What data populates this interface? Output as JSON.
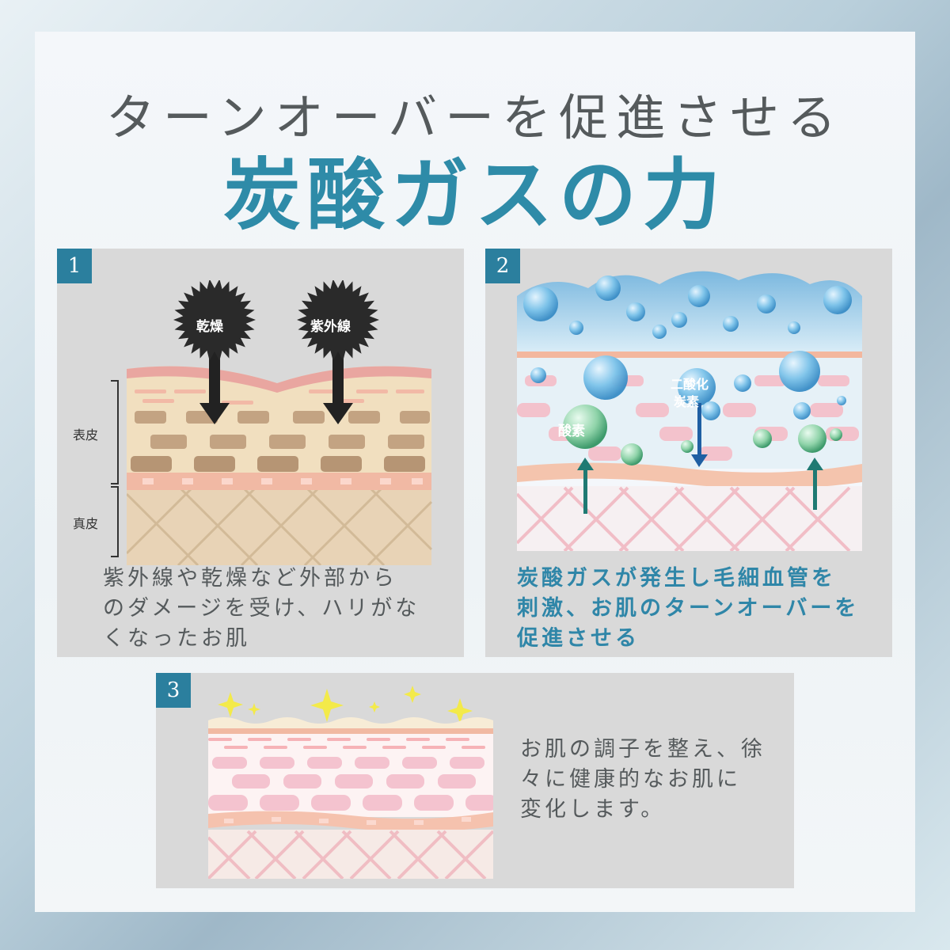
{
  "header": {
    "title_line1": "ターンオーバーを促進させる",
    "title_line2": "炭酸ガスの力"
  },
  "panels": [
    {
      "number": "1",
      "badges": [
        "乾燥",
        "紫外線"
      ],
      "layer_labels": [
        "表皮",
        "真皮"
      ],
      "text_lines": [
        "紫外線や乾燥など外部から",
        "のダメージを受け、ハリがな",
        "くなったお肌"
      ]
    },
    {
      "number": "2",
      "labels": [
        "二酸化",
        "炭素",
        "酸素"
      ],
      "text_lines": [
        "炭酸ガスが発生し毛細血管を",
        "刺激、お肌のターンオーバーを",
        "促進させる"
      ]
    },
    {
      "number": "3",
      "text_lines": [
        "お肌の調子を整え、徐",
        "々に健康的なお肌に",
        "変化します。"
      ]
    }
  ],
  "colors": {
    "accent": "#2b7f9e",
    "title_blue": "#2e8ba8",
    "text_gray": "#555a5c",
    "panel_bg": "#d9d9d9"
  }
}
